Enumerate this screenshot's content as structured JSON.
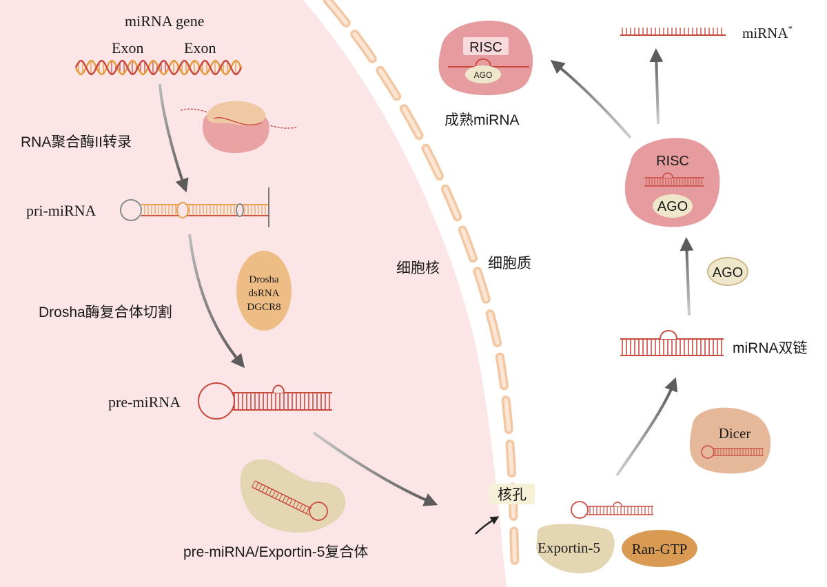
{
  "labels": {
    "gene": "miRNA gene",
    "exon_left": "Exon",
    "exon_right": "Exon",
    "step_transcription": "RNA聚合酶II转录",
    "pri": "pri-miRNA",
    "drosha_line1": "Drosha",
    "drosha_line2": "dsRNA",
    "drosha_line3": "DGCR8",
    "step_cleavage": "Drosha酶复合体切割",
    "pre": "pre-miRNA",
    "complex": "pre-miRNA/Exportin-5复合体",
    "nucleus": "细胞核",
    "cytoplasm": "细胞质",
    "pore": "核孔",
    "exportin": "Exportin-5",
    "ran": "Ran-GTP",
    "dicer": "Dicer",
    "duplex": "miRNA双链",
    "ago_free": "AGO",
    "risc_lower": "RISC",
    "ago_lower": "AGO",
    "risc_upper": "RISC",
    "ago_upper": "AGO",
    "mature": "成熟miRNA",
    "star": "miRNA",
    "star_sup": "*"
  },
  "colors": {
    "nucleus_fill": "#fbe5e6",
    "membrane": "#f3c7a2",
    "rna_red": "#c9493f",
    "rna_orange": "#e4a14f",
    "dna_red": "#c9493f",
    "dna_orange": "#e59a3a",
    "pol_pink": "#e9a3a3",
    "pol_tan": "#efc9a4",
    "drosha_orange": "#eebd86",
    "exportin_tan": "#e4d6b2",
    "ran_orange": "#d99b54",
    "risc_pink": "#e69b9e",
    "dicer_tan": "#e6b89a",
    "ago_fill": "#efe7cb",
    "arrow_gray": "#6b6b6b"
  }
}
